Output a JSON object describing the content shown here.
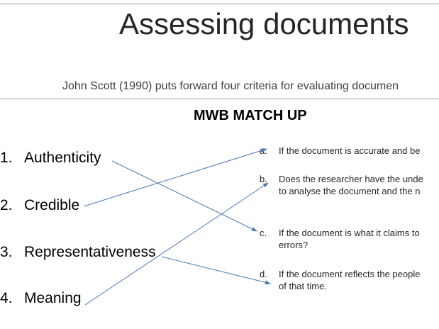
{
  "slide": {
    "title": "Assessing documents",
    "subtitle": "John Scott (1990) puts forward four criteria for evaluating documen",
    "heading": "MWB MATCH UP"
  },
  "terms": [
    {
      "number": "1.",
      "label": "Authenticity"
    },
    {
      "number": "2.",
      "label": "Credible"
    },
    {
      "number": "3.",
      "label": "Representativeness"
    },
    {
      "number": "4.",
      "label": "Meaning"
    }
  ],
  "definitions": [
    {
      "letter": "a.",
      "line1": "If the document is accurate and be",
      "line2": ""
    },
    {
      "letter": "b.",
      "line1": "Does the researcher have the unde",
      "line2": "to analyse the document and the n"
    },
    {
      "letter": "c.",
      "line1": "If the document is what it claims to",
      "line2": "errors?"
    },
    {
      "letter": "d.",
      "line1": "If the document reflects the people",
      "line2": "of that time."
    }
  ],
  "colors": {
    "connector": "#4a77b4"
  }
}
